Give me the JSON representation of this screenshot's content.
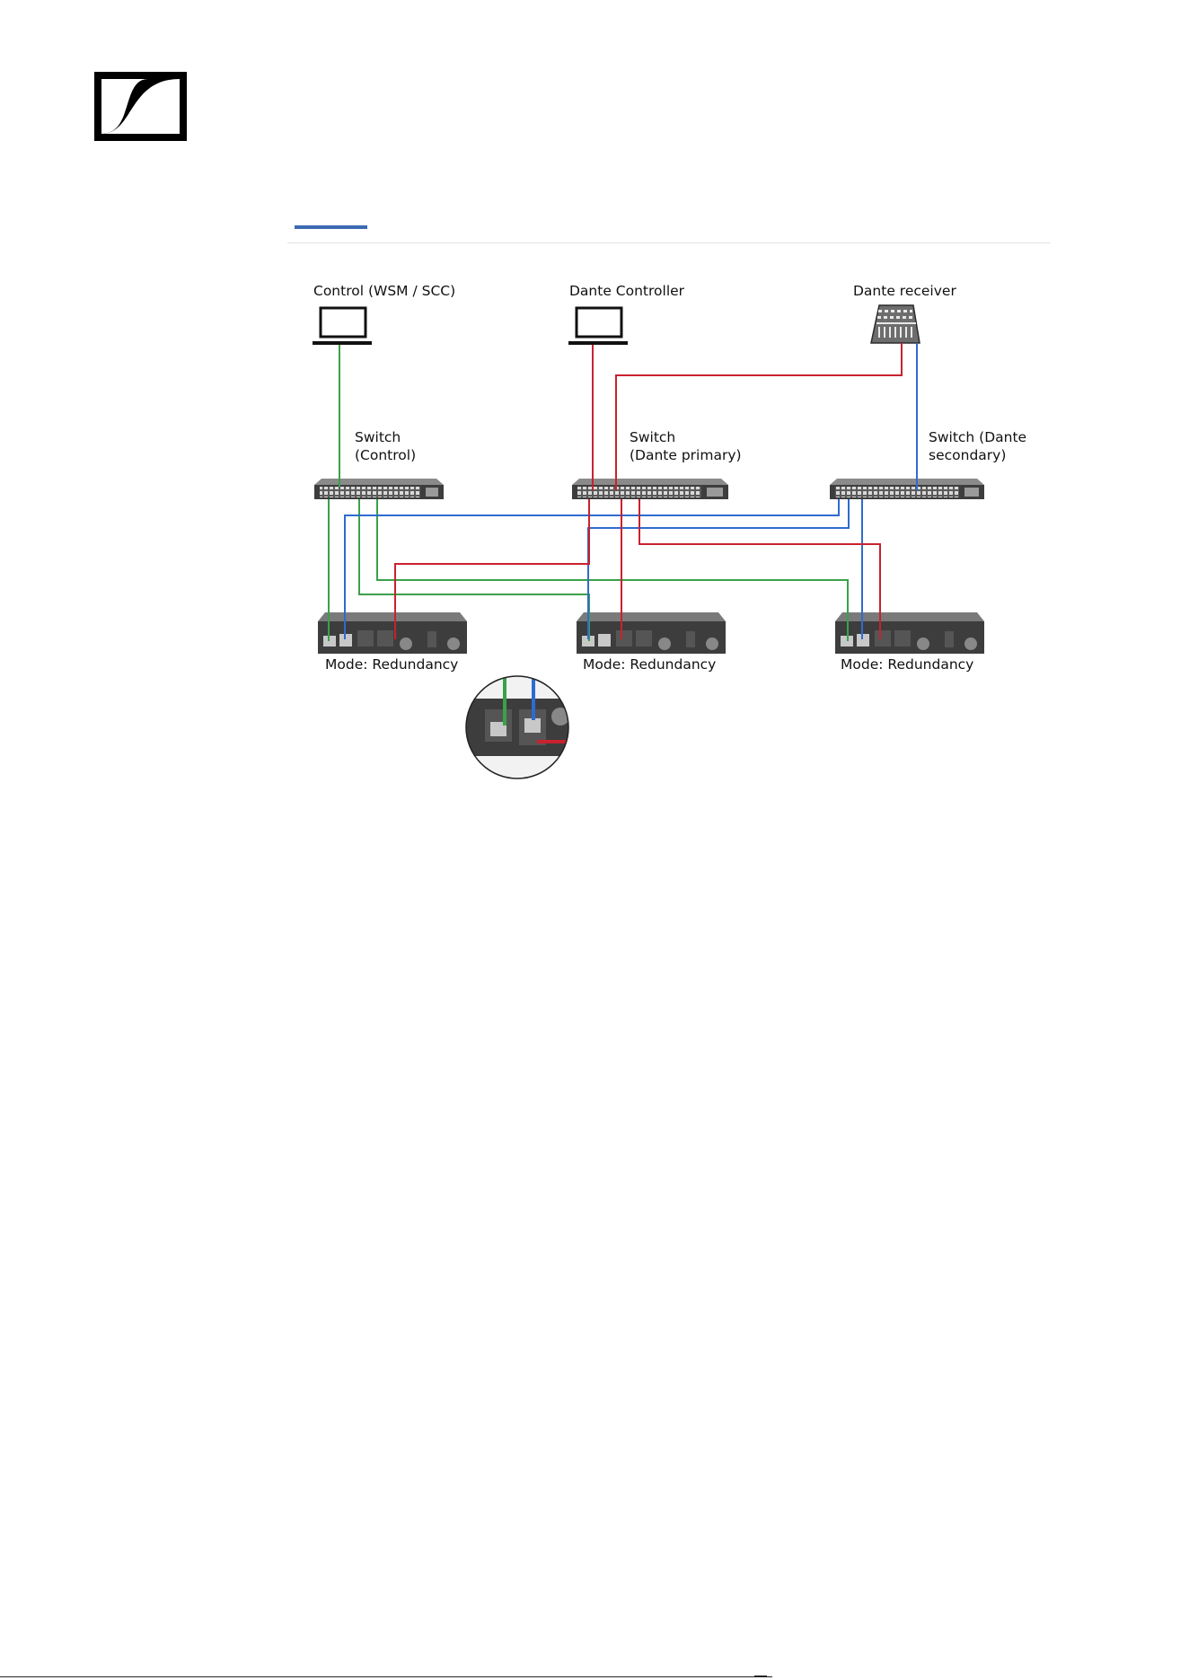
{
  "brand": {
    "logo_icon": "sennheiser-logo-icon"
  },
  "diagram": {
    "nodes": {
      "control_pc": "Control (WSM / SCC)",
      "dante_controller": "Dante Controller",
      "dante_receiver": "Dante receiver",
      "switch_control_line1": "Switch",
      "switch_control_line2": "(Control)",
      "switch_primary_line1": "Switch",
      "switch_primary_line2": "(Dante primary)",
      "switch_secondary_line1": "Switch (Dante",
      "switch_secondary_line2": "secondary)"
    },
    "devices": [
      {
        "mode": "Mode: Redundancy"
      },
      {
        "mode": "Mode: Redundancy"
      },
      {
        "mode": "Mode: Redundancy"
      }
    ],
    "colors": {
      "control_link": "#3aa14a",
      "primary_link": "#c8222e",
      "secondary_link": "#2f6bd0",
      "hardware": "#3d3d3d",
      "accent": "#3b6ab3"
    },
    "icons": [
      "laptop-icon",
      "mixer-icon",
      "network-switch-icon",
      "receiver-unit-icon",
      "port-detail-magnifier-icon"
    ]
  }
}
